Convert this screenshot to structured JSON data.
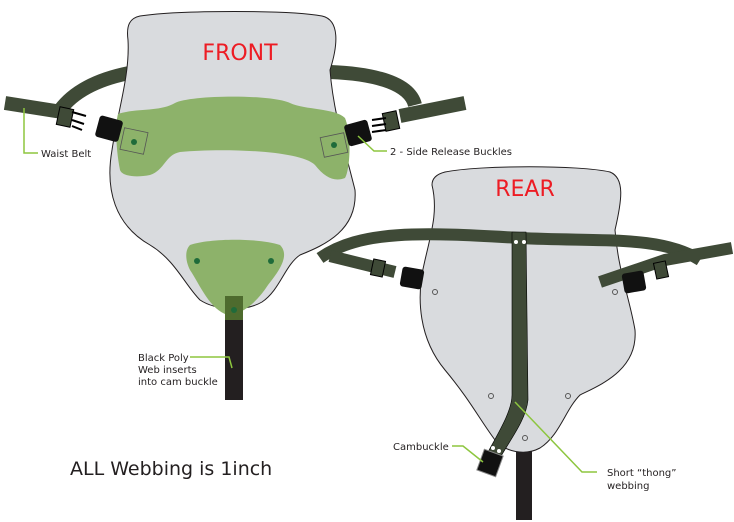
{
  "front_title": "FRONT",
  "rear_title": "REAR",
  "labels": {
    "waist_belt": "Waist Belt",
    "side_release": "2 - Side Release Buckles",
    "black_poly": [
      "Black Poly",
      "Web inserts",
      "into cam buckle"
    ],
    "cambuckle": "Cambuckle",
    "thong": [
      "Short “thong”",
      "webbing"
    ]
  },
  "note": "ALL Webbing is 1inch",
  "colors": {
    "panel": "#d9dbde",
    "pad": "#8db26a",
    "webbing": "#3f4a37",
    "title": "#ed1c24",
    "leader": "#8dc63f"
  }
}
